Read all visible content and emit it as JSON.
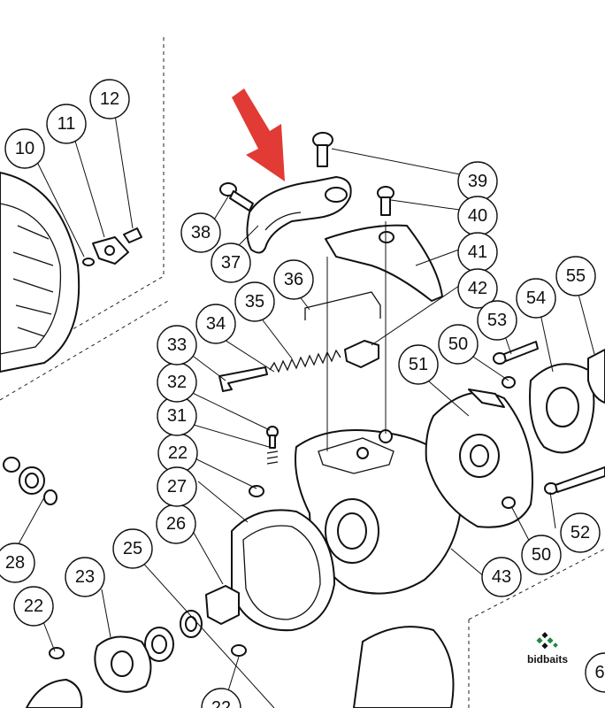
{
  "diagram": {
    "callouts": [
      "10",
      "11",
      "12",
      "22",
      "22",
      "22",
      "23",
      "25",
      "26",
      "27",
      "28",
      "31",
      "32",
      "33",
      "34",
      "35",
      "36",
      "37",
      "38",
      "39",
      "40",
      "41",
      "42",
      "43",
      "50",
      "50",
      "51",
      "52",
      "53",
      "54",
      "55",
      "6"
    ]
  },
  "colors": {
    "arrow": "#e23a34",
    "line": "#111111",
    "logo_green": "#1e8a3c"
  },
  "brand": {
    "name": "bidbaits"
  }
}
